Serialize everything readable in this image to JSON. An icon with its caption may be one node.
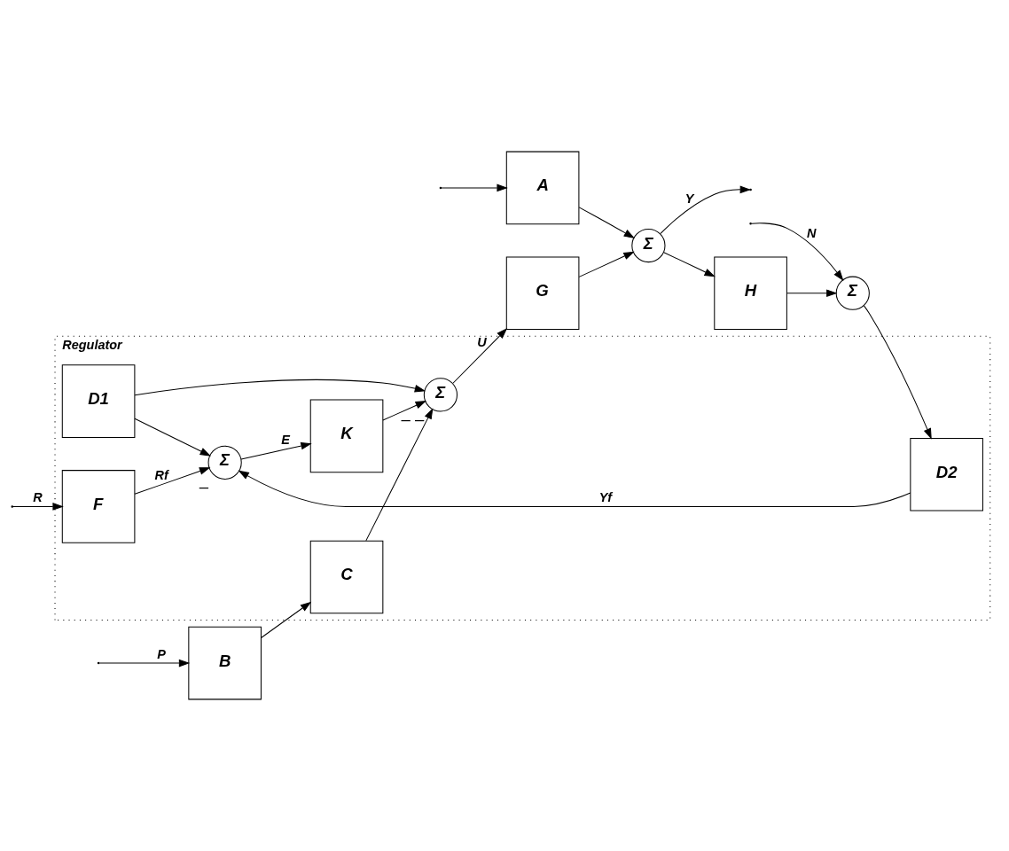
{
  "diagram": {
    "nodes": [
      {
        "text": [
          "Regulator"
        ]
      },
      {
        "text": [
          "F"
        ],
        "in": 0
      },
      {
        "text": [
          "Σ"
        ],
        "in": 0,
        "beside": [
          "–"
        ]
      },
      {
        "text": [
          "K"
        ],
        "in": 0
      },
      {
        "text": [
          "Σ"
        ],
        "in": 0,
        "beside": [
          "–",
          "–"
        ]
      },
      {
        "text": [
          "C"
        ],
        "in": 0
      },
      {
        "text": [
          "D1"
        ],
        "in": 0
      },
      {
        "text": [
          "D2"
        ],
        "in": 0
      },
      {
        "text": [
          "B"
        ]
      },
      {
        "text": [
          "A"
        ]
      },
      {
        "text": [
          "G"
        ]
      },
      {
        "text": [
          "Σ"
        ]
      },
      {
        "text": [
          "H"
        ]
      },
      {
        "text": [
          "Σ"
        ]
      }
    ],
    "edges": [
      {
        "from": null,
        "to": 1,
        "arrow": "to",
        "label": "R"
      },
      {
        "from": 1,
        "to": 2,
        "arrow": "to",
        "label": "Rf"
      },
      {
        "from": 2,
        "to": 3,
        "arrow": "to",
        "label": "E"
      },
      {
        "from": 3,
        "to": 4,
        "arrow": "to"
      },
      {
        "from": 5,
        "to": 4,
        "arrow": "to"
      },
      {
        "from": 6,
        "to": 4,
        "arrow": "to"
      },
      {
        "from": 4,
        "to": 10,
        "arrow": "to",
        "label": "U"
      },
      {
        "from": 10,
        "to": 11,
        "arrow": "to"
      },
      {
        "from": 9,
        "to": 11,
        "arrow": "to"
      },
      {
        "from": 11,
        "to": null,
        "arrow": "to",
        "label": "Y"
      },
      {
        "from": 11,
        "to": 12,
        "arrow": "to"
      },
      {
        "from": 12,
        "to": 13,
        "arrow": "to"
      },
      {
        "from": null,
        "to": 13,
        "arrow": "to",
        "label": "N"
      },
      {
        "from": 13,
        "to": 7,
        "arrow": "to"
      },
      {
        "from": 7,
        "to": 2,
        "arrow": "to",
        "label": "Yf"
      },
      {
        "from": 6,
        "to": 2,
        "arrow": "to"
      },
      {
        "from": 8,
        "to": 5,
        "arrow": "to"
      },
      {
        "from": null,
        "to": 8,
        "arrow": "to",
        "label": "P"
      },
      {
        "from": null,
        "to": 9,
        "arrow": "to"
      }
    ]
  }
}
